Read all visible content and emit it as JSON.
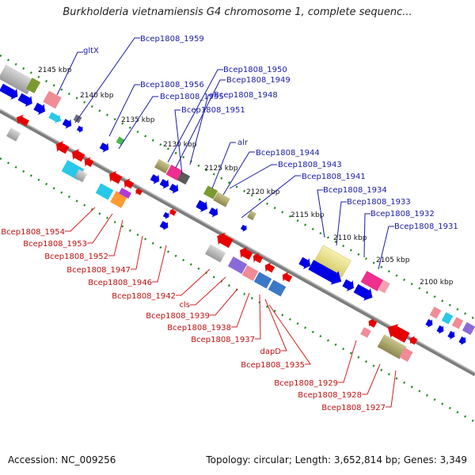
{
  "title": "Burkholderia vietnamiensis G4 chromosome 1, complete sequenc...",
  "accession": "Accession: NC_009256",
  "topology": "Topology: circular; Length: 3,652,814 bp; Genes: 3,349",
  "kbp_ticks": [
    "2145 kbp",
    "2140 kbp",
    "2135 kbp",
    "2130 kbp",
    "2125 kbp",
    "2120 kbp",
    "2115 kbp",
    "2110 kbp",
    "2105 kbp",
    "2100 kbp"
  ],
  "top_labels": [
    "gltX",
    "Bcep1808_1959",
    "Bcep1808_1956",
    "Bcep1808_1955",
    "Bcep1808_1950",
    "Bcep1808_1949",
    "Bcep1808_1951",
    "Bcep1808_1948",
    "alr",
    "Bcep1808_1944",
    "Bcep1808_1943",
    "Bcep1808_1941",
    "Bcep1808_1934",
    "Bcep1808_1933",
    "Bcep1808_1932",
    "Bcep1808_1931"
  ],
  "bottom_labels": [
    "Bcep1808_1954",
    "Bcep1808_1953",
    "Bcep1808_1952",
    "Bcep1808_1947",
    "Bcep1808_1946",
    "Bcep1808_1942",
    "cls",
    "Bcep1808_1939",
    "Bcep1808_1938",
    "Bcep1808_1937",
    "dapD",
    "Bcep1808_1935",
    "Bcep1808_1929",
    "Bcep1808_1928",
    "Bcep1808_1927"
  ],
  "colors": {
    "forward_cds": "#0000e6",
    "reverse_cds": "#e60000",
    "top_label": "#1a1aa8",
    "bottom_label": "#c01010",
    "backbone": "#8a8a8a",
    "tick": "#1a8a1a"
  }
}
